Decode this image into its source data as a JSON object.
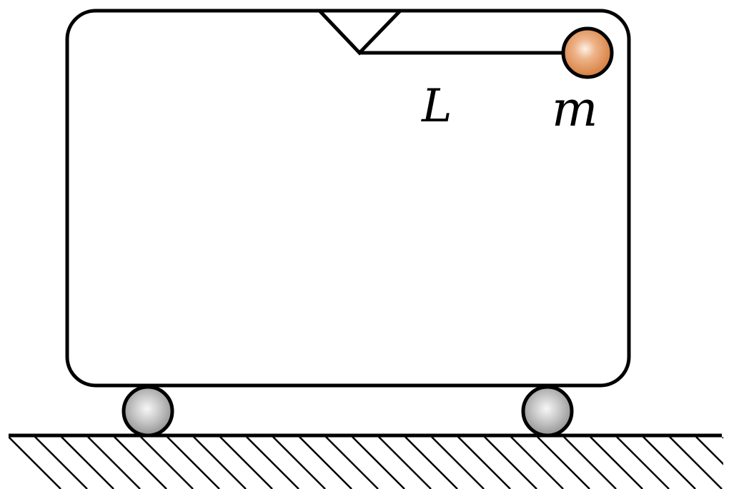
{
  "labels": {
    "length": "L",
    "mass": "m"
  },
  "colors": {
    "stroke": "#000000",
    "background": "#ffffff",
    "bob_fill_center": "#fbe9dc",
    "bob_fill_edge": "#d9803f",
    "wheel_fill_center": "#f4f4f4",
    "wheel_fill_edge": "#8e8e8e"
  },
  "components": {
    "cart": "cart-body",
    "pivot": "pivot-support",
    "rod": "pendulum-rod",
    "bob": "pendulum-bob",
    "wheels": [
      "left-wheel",
      "right-wheel"
    ],
    "ground": "ground-surface"
  }
}
